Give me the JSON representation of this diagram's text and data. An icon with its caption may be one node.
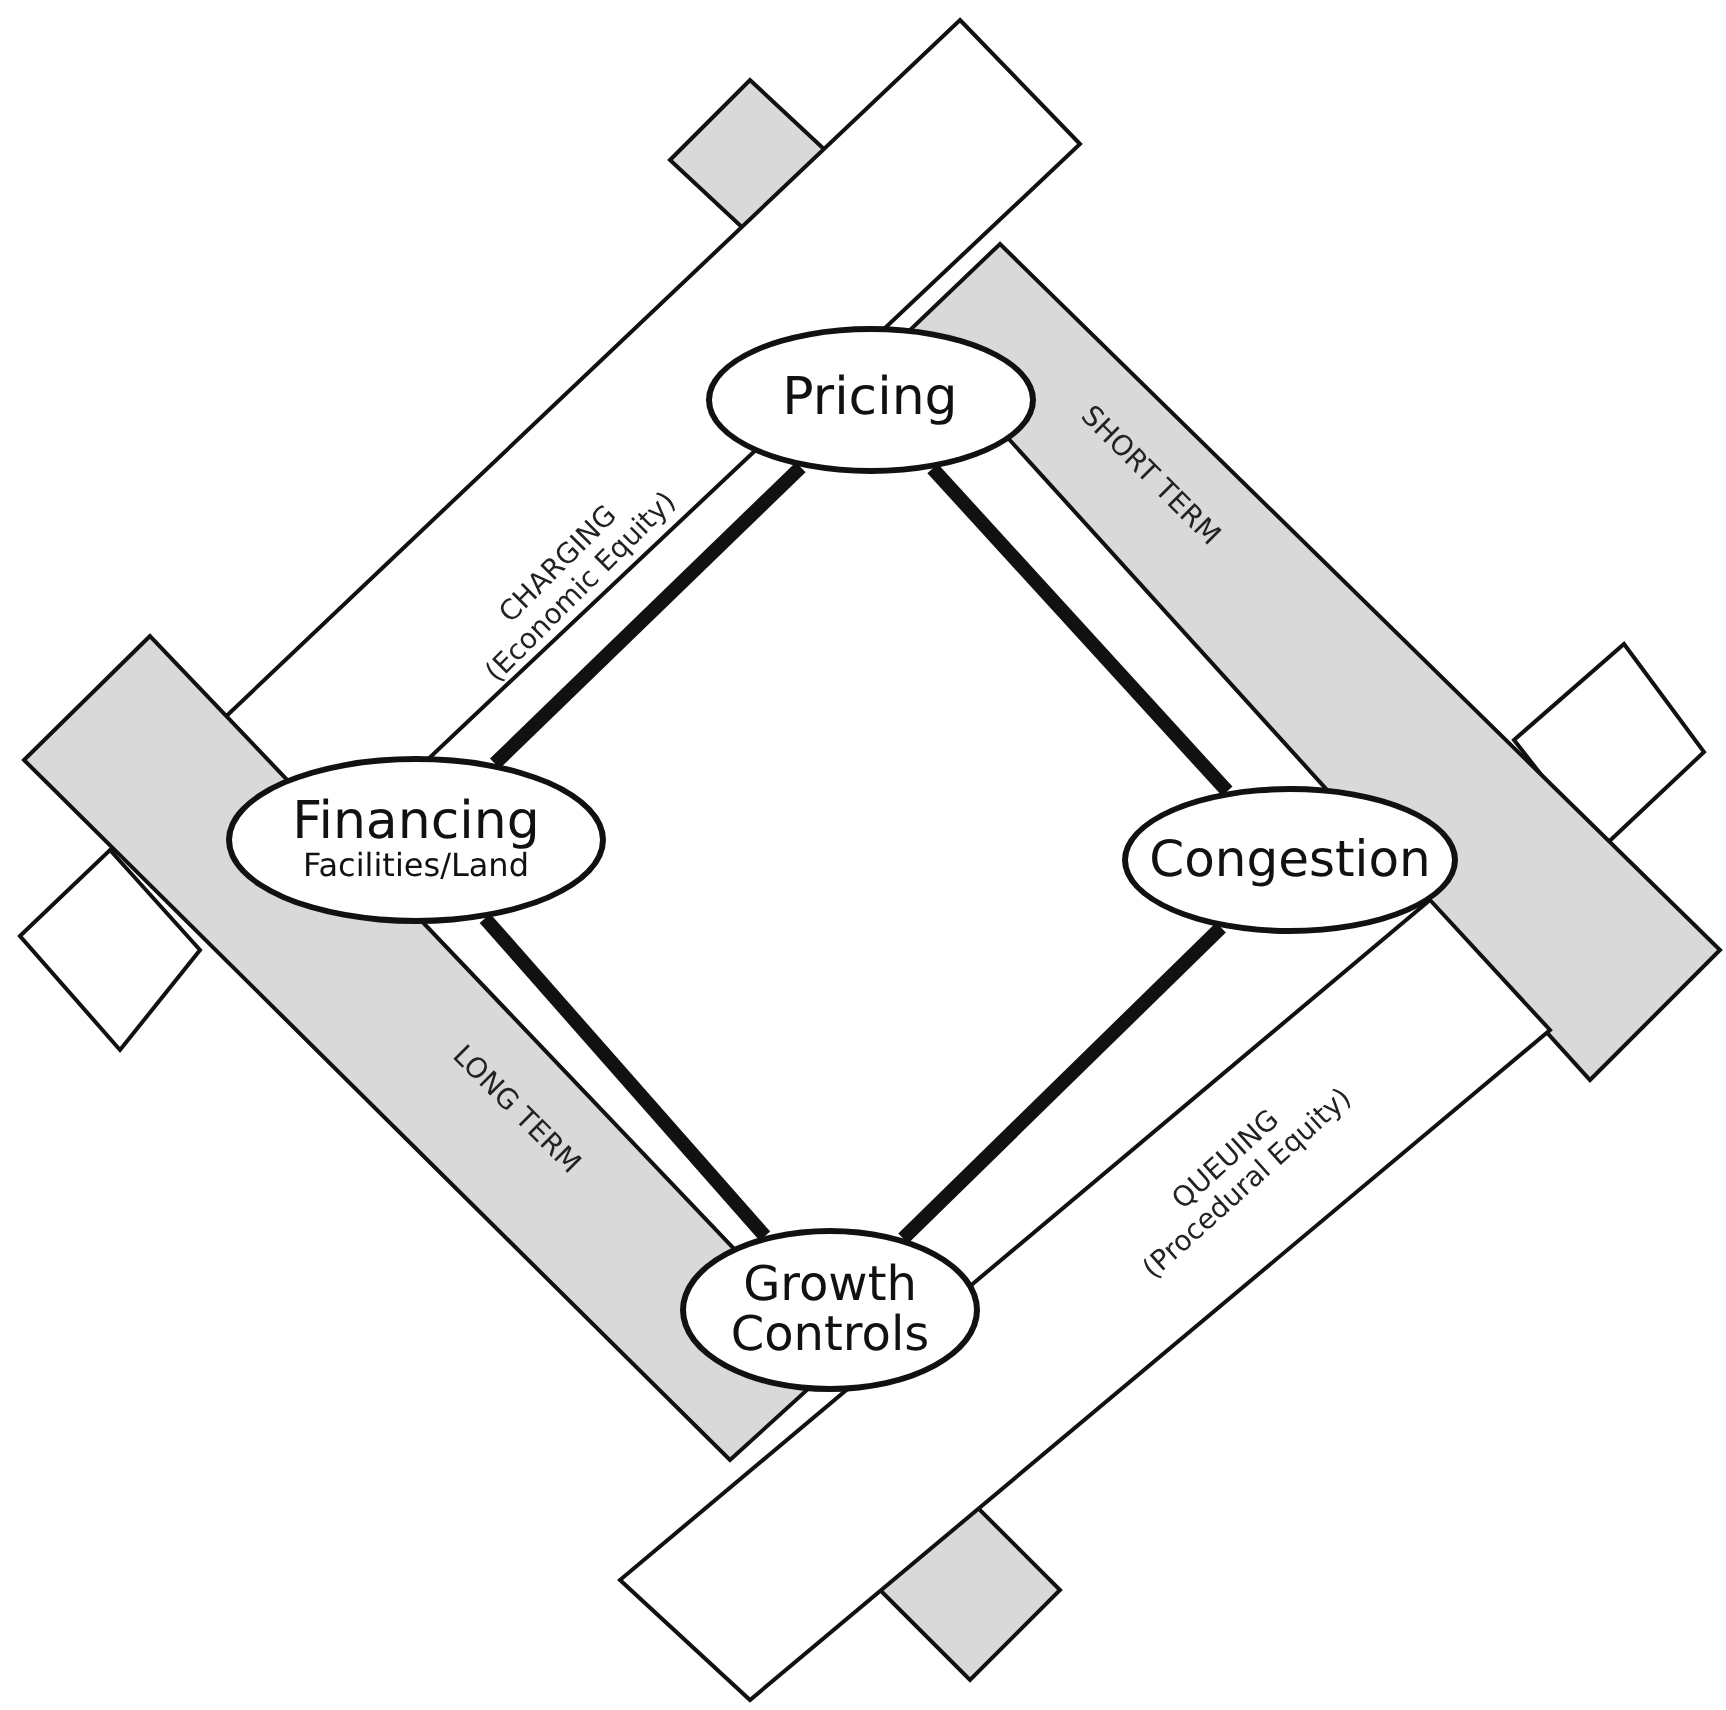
{
  "diagram": {
    "nodes": [
      {
        "text": [
          "Pricing"
        ]
      },
      {
        "text": [
          "Financing",
          "Facilities/Land"
        ]
      },
      {
        "text": [
          "Congestion"
        ]
      },
      {
        "text": [
          "Growth Controls"
        ]
      }
    ],
    "edges": [
      {
        "from": 0,
        "to": 2,
        "arrow": "none"
      },
      {
        "from": 2,
        "to": 3,
        "arrow": "none"
      },
      {
        "from": 3,
        "to": 1,
        "arrow": "none"
      },
      {
        "from": 1,
        "to": 0,
        "arrow": "none"
      }
    ],
    "labels": [
      "CHARGING (Economic Equity)",
      "SHORT TERM",
      "LONG TERM",
      "QUEUING (Procedural Equity)"
    ]
  }
}
